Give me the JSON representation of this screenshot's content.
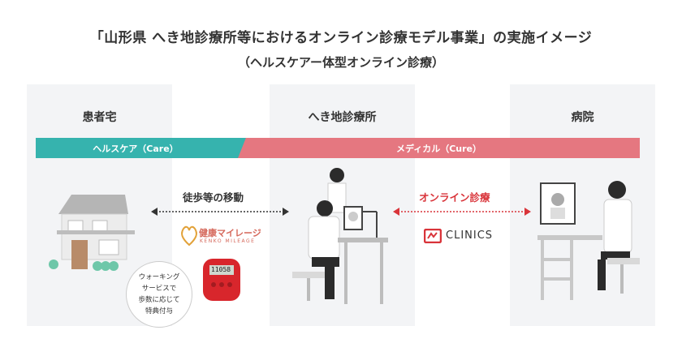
{
  "title": "「山形県 へき地診療所等におけるオンライン診療モデル事業」の実施イメージ",
  "subtitle": "（ヘルスケアー体型オンライン診療）",
  "locations": {
    "home": "患者宅",
    "clinic": "へき地診療所",
    "hospital": "病院"
  },
  "bars": {
    "care": "ヘルスケア（Care）",
    "cure": "メディカル（Cure）"
  },
  "links": {
    "walk": "徒歩等の移動",
    "online": "オンライン診療"
  },
  "bubble": [
    "ウォーキング",
    "サービスで",
    "歩数に応じて",
    "特典付与"
  ],
  "logos": {
    "kenko": "健康マイレージ",
    "kenko_en": "KENKO MILEAGE",
    "clinics": "CLINICS",
    "pedometer_value": "11058"
  },
  "colors": {
    "care": "#36b3ae",
    "cure": "#e57780",
    "arrow_walk": "#333333",
    "arrow_online": "#d9343a"
  }
}
